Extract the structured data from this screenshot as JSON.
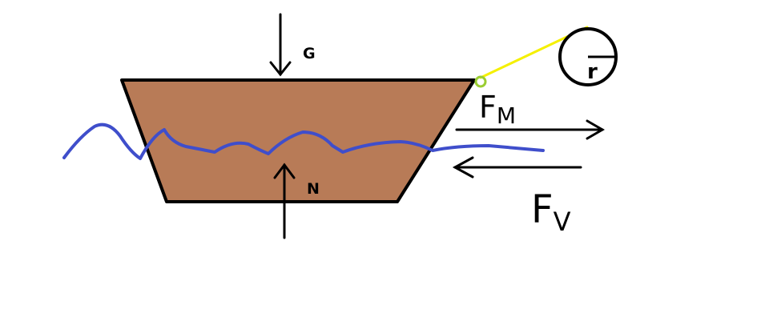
{
  "labels": {
    "gravity": "G",
    "normal": "N",
    "motor_force_main": "F",
    "motor_force_sub": "M",
    "drag_force_main": "F",
    "drag_force_sub": "V",
    "radius": "r"
  },
  "colors": {
    "boat_fill": "#b87b57",
    "outline": "#000000",
    "water": "#3f4ecb",
    "rope": "#f5f000",
    "attach_point": "#9acd32",
    "background": "#ffffff"
  }
}
